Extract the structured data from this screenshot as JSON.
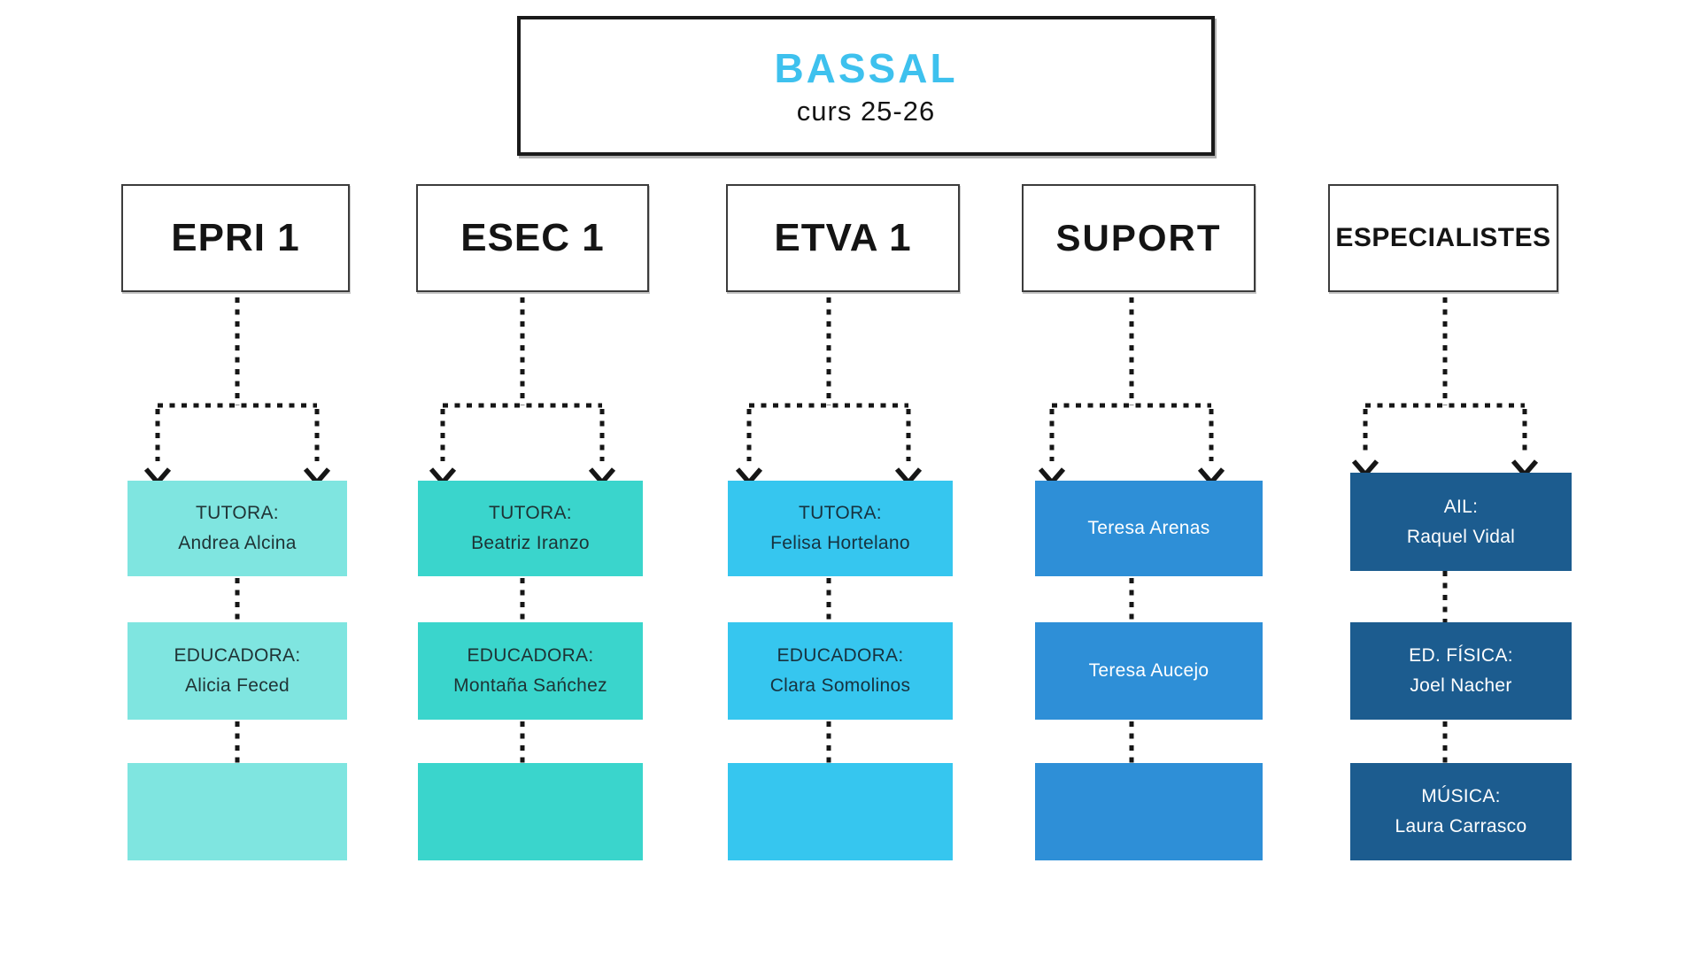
{
  "title": {
    "name": "BASSAL",
    "subtitle": "curs 25-26",
    "name_color": "#3EC1EE"
  },
  "connector_color": "#161616",
  "background_color": "#ffffff",
  "columns": [
    {
      "id": "epri1",
      "header": "EPRI 1",
      "color": "#7FE5E0",
      "text_color": "#203436",
      "rows": [
        [
          "TUTORA:",
          "Andrea Alcina"
        ],
        [
          "EDUCADORA:",
          "Alicia Feced"
        ],
        [
          "",
          ""
        ]
      ]
    },
    {
      "id": "esec1",
      "header": "ESEC 1",
      "color": "#3AD5CC",
      "text_color": "#1E3335",
      "rows": [
        [
          "TUTORA:",
          "Beatriz Iranzo"
        ],
        [
          "EDUCADORA:",
          "Montaña Sańchez"
        ],
        [
          "",
          ""
        ]
      ]
    },
    {
      "id": "etva1",
      "header": "ETVA 1",
      "color": "#36C6EF",
      "text_color": "#17323F",
      "rows": [
        [
          "TUTORA:",
          "Felisa Hortelano"
        ],
        [
          "EDUCADORA:",
          "Clara Somolinos"
        ],
        [
          "",
          ""
        ]
      ]
    },
    {
      "id": "suport",
      "header": "SUPORT",
      "color": "#2E8FD7",
      "text_color": "#FFFFFF",
      "rows": [
        [
          "",
          "Teresa Arenas"
        ],
        [
          "",
          "Teresa Aucejo"
        ],
        [
          "",
          ""
        ]
      ]
    },
    {
      "id": "especialistes",
      "header": "ESPECIALISTES",
      "color": "#1C5C8F",
      "text_color": "#FFFFFF",
      "rows": [
        [
          "AIL:",
          "Raquel Vidal"
        ],
        [
          "ED. FÍSICA:",
          "Joel Nacher"
        ],
        [
          "MÚSICA:",
          "Laura Carrasco"
        ]
      ]
    }
  ]
}
